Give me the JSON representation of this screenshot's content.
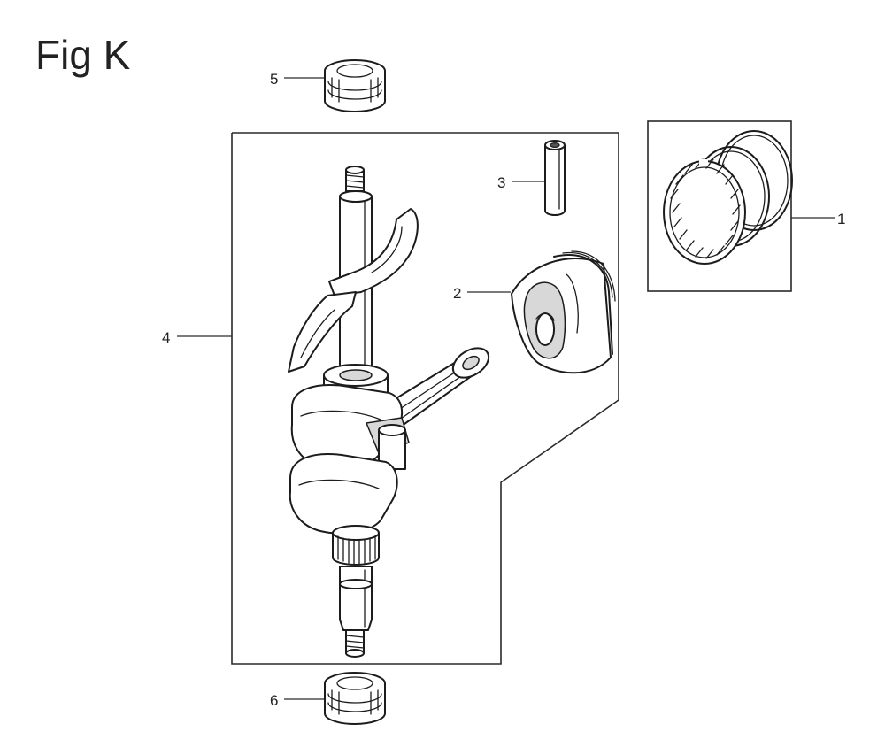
{
  "figure": {
    "title": "Fig K"
  },
  "callouts": {
    "ring_set": "1",
    "piston": "2",
    "piston_pin": "3",
    "crankshaft": "4",
    "oil_seal_top": "5",
    "oil_seal_bottom": "6"
  }
}
